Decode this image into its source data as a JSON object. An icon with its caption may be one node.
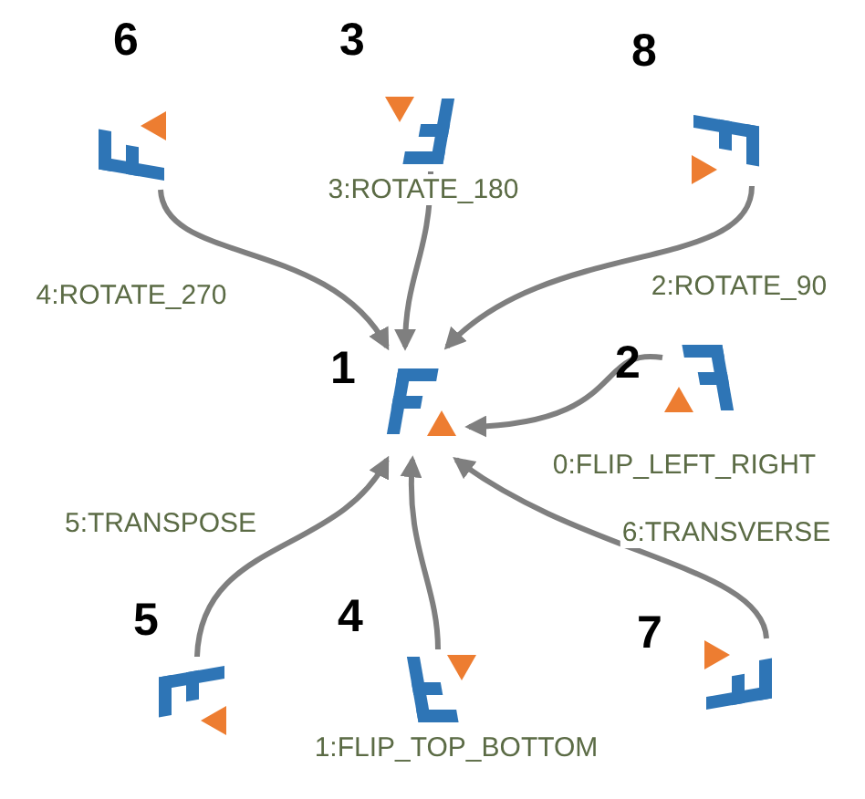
{
  "diagram": {
    "nodes": [
      {
        "text": [],
        "shape": "picture",
        "beside": [
          "6"
        ]
      },
      {
        "text": [],
        "shape": "picture",
        "beside": [
          "3"
        ]
      },
      {
        "text": [],
        "shape": "picture",
        "beside": [
          "8"
        ]
      },
      {
        "text": [],
        "shape": "picture",
        "beside": [
          "1"
        ]
      },
      {
        "text": [],
        "shape": "picture",
        "beside": [
          "2"
        ]
      },
      {
        "text": [],
        "shape": "picture",
        "beside": [
          "5"
        ]
      },
      {
        "text": [],
        "shape": "picture",
        "beside": [
          "4"
        ]
      },
      {
        "text": [],
        "shape": "picture",
        "beside": [
          "7"
        ]
      }
    ],
    "edges": [
      {
        "from": 0,
        "to": 3,
        "arrow": "to",
        "label": "4:ROTATE_270"
      },
      {
        "from": 1,
        "to": 3,
        "arrow": "to",
        "label": "3:ROTATE_180"
      },
      {
        "from": 2,
        "to": 3,
        "arrow": "to",
        "label": "2:ROTATE_90"
      },
      {
        "from": 4,
        "to": 3,
        "arrow": "to",
        "label": "0:FLIP_LEFT_RIGHT"
      },
      {
        "from": 5,
        "to": 3,
        "arrow": "to",
        "label": "5:TRANSPOSE"
      },
      {
        "from": 6,
        "to": 3,
        "arrow": "to",
        "label": "1:FLIP_TOP_BOTTOM"
      },
      {
        "from": 7,
        "to": 3,
        "arrow": "to",
        "label": "6:TRANSVERSE"
      }
    ]
  }
}
